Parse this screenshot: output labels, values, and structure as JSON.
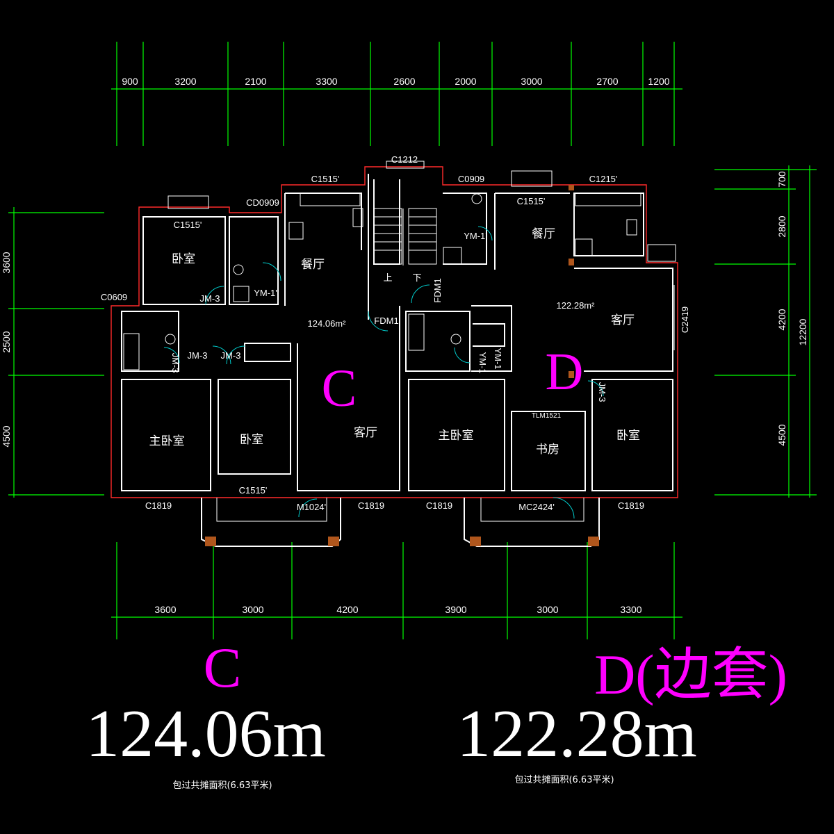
{
  "dimensions": {
    "top": [
      "900",
      "3200",
      "2100",
      "3300",
      "2600",
      "2000",
      "3000",
      "2700",
      "1200"
    ],
    "bottom": [
      "3600",
      "3000",
      "4200",
      "3900",
      "3000",
      "3300"
    ],
    "left": [
      "3600",
      "2500",
      "4500"
    ],
    "right": [
      "700",
      "2800",
      "4200",
      "4500"
    ],
    "right_total": "12200"
  },
  "windows": {
    "c1212": "C1212",
    "c1515_c_dining": "C1515'",
    "c1515_c_bed": "C1515'",
    "cd0909": "CD0909",
    "c0609": "C0609",
    "c0909": "C0909",
    "c1215": "C1215'",
    "c1515_d": "C1515'",
    "c2419": "C2419",
    "c1819_1": "C1819",
    "c1515_bottom": "C1515'",
    "m1024": "M1024'",
    "c1819_2": "C1819",
    "c1819_3": "C1819",
    "mc2424": "MC2424'",
    "c1819_4": "C1819",
    "tlm1521": "TLM1521"
  },
  "doors": {
    "jm3_a": "JM-3",
    "ym1_a": "YM-1'",
    "jm3_b": "JM-3",
    "jm3_c": "JM-3",
    "ym1_b": "YM-1",
    "fdm1_a": "FDM1",
    "fdm1_b": "FDM1",
    "ym1_c": "YM-1'",
    "ym1_d": "YM-1",
    "jm3_d": "JM-3",
    "jm3_e": "JM-3"
  },
  "rooms": {
    "c_bedroom_top": "卧室",
    "c_dining": "餐厅",
    "c_master": "主卧室",
    "c_bedroom": "卧室",
    "c_living": "客厅",
    "d_dining": "餐厅",
    "d_living": "客厅",
    "d_master": "主卧室",
    "d_study": "书房",
    "d_bedroom": "卧室"
  },
  "stairs": {
    "up": "上",
    "down": "下"
  },
  "plan_areas": {
    "c": "124.06m²",
    "d": "122.28m²"
  },
  "unit_letters": {
    "c_plan": "C",
    "d_plan": "D"
  },
  "units": [
    {
      "label": "C",
      "area": "124.06m",
      "note": "包过共摊面积(6.63平米)"
    },
    {
      "label": "D(边套)",
      "area": "122.28m",
      "note": "包过共摊面积(6.63平米)"
    }
  ],
  "colors": {
    "dimension_lines": "#00ff00",
    "walls": "#ffffff",
    "outer_wall": "#ff2a2a",
    "unit_label": "#ff00ff",
    "column": "#b0561c",
    "door_swing": "#00cccc"
  }
}
